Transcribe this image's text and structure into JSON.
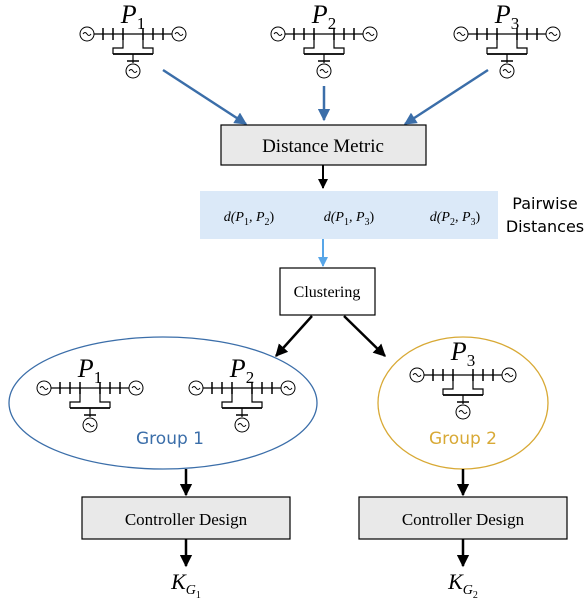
{
  "colors": {
    "blue": "#3b6ea9",
    "light_blue": "#58a6e8",
    "band": "#dbe9f8",
    "gold": "#d8a935",
    "box_fill": "#e9e9e9",
    "stroke": "#000000"
  },
  "systems": [
    {
      "name": "P",
      "sub": "1"
    },
    {
      "name": "P",
      "sub": "2"
    },
    {
      "name": "P",
      "sub": "3"
    }
  ],
  "distance_metric": "Distance Metric",
  "pairwise": {
    "items": [
      {
        "d": "d(P",
        "a": "1",
        "mid": ", P",
        "b": "2",
        "end": ")"
      },
      {
        "d": "d(P",
        "a": "1",
        "mid": ", P",
        "b": "3",
        "end": ")"
      },
      {
        "d": "d(P",
        "a": "2",
        "mid": ", P",
        "b": "3",
        "end": ")"
      }
    ],
    "label_line1": "Pairwise",
    "label_line2": "Distances"
  },
  "clustering": "Clustering",
  "groups": [
    {
      "label": "Group 1"
    },
    {
      "label": "Group 2"
    }
  ],
  "controller_design": "Controller Design",
  "outputs": [
    {
      "k": "K",
      "g": "G",
      "sub": "1"
    },
    {
      "k": "K",
      "g": "G",
      "sub": "2"
    }
  ]
}
